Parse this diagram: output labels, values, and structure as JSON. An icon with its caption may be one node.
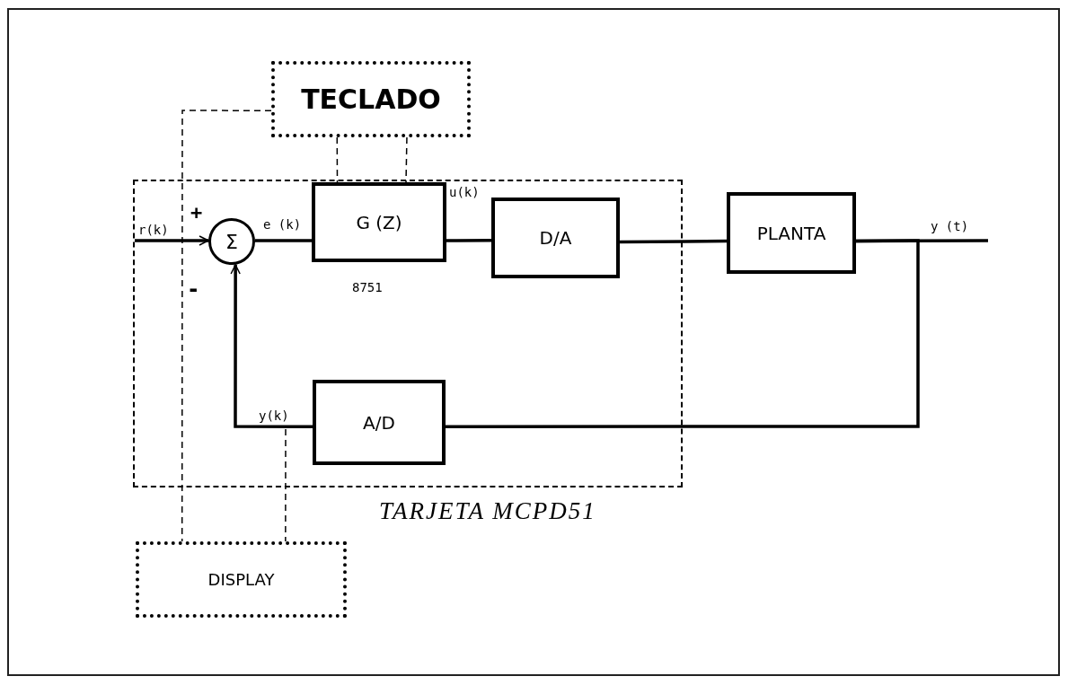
{
  "diagram": {
    "nodes": [
      {
        "text": [
          "TARJETA MCPD51"
        ]
      },
      {
        "text": [
          "TECLADO"
        ]
      },
      {
        "text": [
          "Σ"
        ],
        "in": 0,
        "beside": [
          "+",
          "-"
        ]
      },
      {
        "text": [
          "G (Z)"
        ],
        "in": 0,
        "beside": [
          "8751"
        ]
      },
      {
        "text": [
          "D/A"
        ],
        "in": 0
      },
      {
        "text": [
          "PLANTA"
        ]
      },
      {
        "text": [
          "A/D"
        ],
        "in": 0
      },
      {
        "text": [
          "DISPLAY"
        ]
      }
    ],
    "edges": [
      {
        "from": null,
        "to": 2,
        "arrow": "to",
        "label": "r(k)"
      },
      {
        "from": 2,
        "to": 3,
        "arrow": "none",
        "label": "e (k)"
      },
      {
        "from": 3,
        "to": 4,
        "arrow": "none",
        "label": "u(k)"
      },
      {
        "from": 4,
        "to": 5,
        "arrow": "none"
      },
      {
        "from": 5,
        "to": null,
        "arrow": "none",
        "label": "y (t)"
      },
      {
        "from": 5,
        "to": 6,
        "arrow": "none"
      },
      {
        "from": 6,
        "to": 2,
        "arrow": "to",
        "label": "y(k)"
      },
      {
        "from": 1,
        "to": 3,
        "arrow": "none",
        "style": "dashed"
      },
      {
        "from": 1,
        "to": 3,
        "arrow": "none",
        "style": "dashed"
      },
      {
        "from": 1,
        "to": 7,
        "arrow": "none",
        "style": "dashed"
      },
      {
        "from": null,
        "to": 7,
        "arrow": "none",
        "style": "dashed"
      }
    ]
  }
}
